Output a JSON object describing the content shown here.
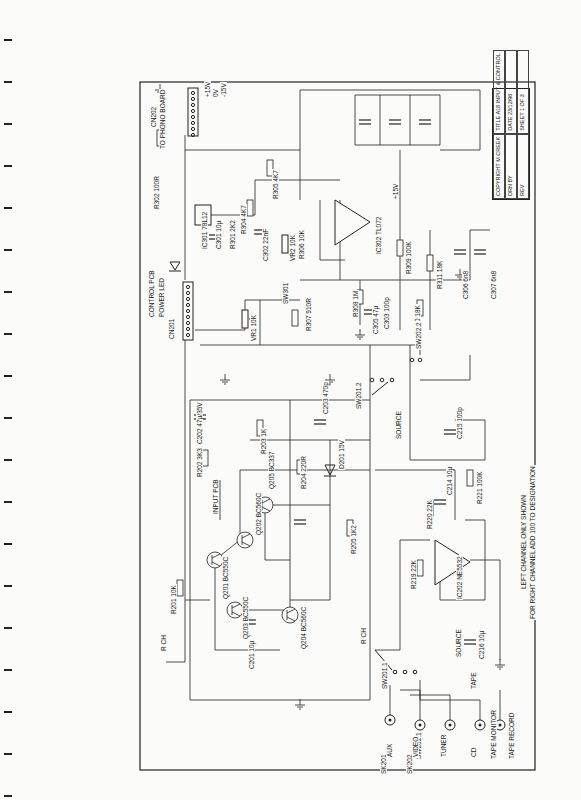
{
  "diagram": {
    "nodes": [
      {
        "text": [
          "COPYRIGHT M CREEK",
          "TITLE A18 INPUT & CONTROL",
          "DRN BY",
          "DATE 23/12/96",
          "REV",
          "SHEET 1 OF 3"
        ]
      }
    ],
    "labels": [
      "CN202",
      "TO PHONO BOARD",
      "+15V",
      "0V",
      "-15V",
      "R302 100R",
      "IC301 78L12",
      "C301 10µ",
      "R301 2K2",
      "CONTROL PCB",
      "POWER LED",
      "CN201",
      "VR2 10K",
      "R304 4K7",
      "C302 22nF",
      "R305 4K7",
      "VR1 10K",
      "R306 10K",
      "R307 910R",
      "SW301",
      "IC302 TL072",
      "+15V",
      "R308 1M",
      "C303 100p",
      "R309 100K",
      "C305 47µ",
      "R310 18K",
      "R311 18K",
      "C306 6n8",
      "C307 6n8",
      "INPUT PCB",
      "R CH",
      "R201 10K",
      "Q201 BC550C",
      "Q202 BC560C",
      "Q203 BC550C",
      "Q204 BC560C",
      "Q205 BC337",
      "C202 47µ/35V",
      "R202 3K3",
      "R203 1K",
      "R204 220R",
      "D201 15V",
      "C203 470p",
      "R205 1K2",
      "C201 10µ",
      "R CH",
      "SW201.1",
      "SW201.2",
      "SW202.1",
      "SW202.2",
      "SOURCE",
      "SOURCE",
      "TAPE",
      "IC202 NE5532",
      "R219 22K",
      "R220 22K",
      "C214 10µ",
      "C215 100p",
      "R221 100K",
      "C216 10µ",
      "SK201",
      "SK202",
      "AUX",
      "VIDEO",
      "TUNER",
      "CD",
      "TAPE MONITOR",
      "TAPE RECORD",
      "LEFT CHANNEL ONLY SHOWN",
      "FOR RIGHT CHANNEL ADD 100 TO DESIGNATION"
    ]
  }
}
